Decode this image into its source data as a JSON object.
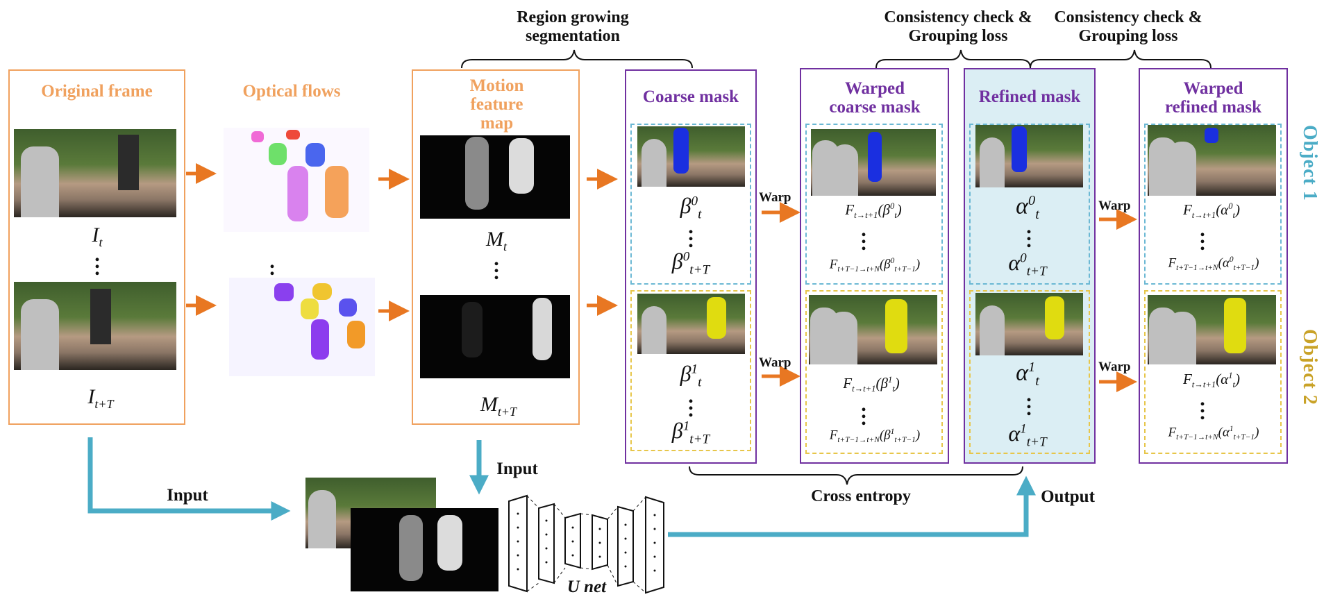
{
  "titles": {
    "original_frame": "Original frame",
    "optical_flows": "Optical flows",
    "motion_feature_map": "Motion feature map",
    "coarse_mask": "Coarse mask",
    "warped_coarse_mask": "Warped coarse mask",
    "refined_mask": "Refined mask",
    "warped_refined_mask": "Warped refined mask"
  },
  "braces": {
    "region_growing": "Region growing segmentation",
    "consistency_1": "Consistency check & Grouping loss",
    "consistency_2": "Consistency check & Grouping loss",
    "cross_entropy": "Cross entropy"
  },
  "labels": {
    "warp": "Warp",
    "input": "Input",
    "output": "Output",
    "unet": "U net",
    "object1": "Object 1",
    "object2": "Object 2"
  },
  "colors": {
    "orange": "#f0a15e",
    "purple": "#7030a0",
    "teal": "#4bacc6",
    "gold": "#c9a227",
    "arrow_orange": "#e87722",
    "refined_bg": "#dbeef4"
  }
}
